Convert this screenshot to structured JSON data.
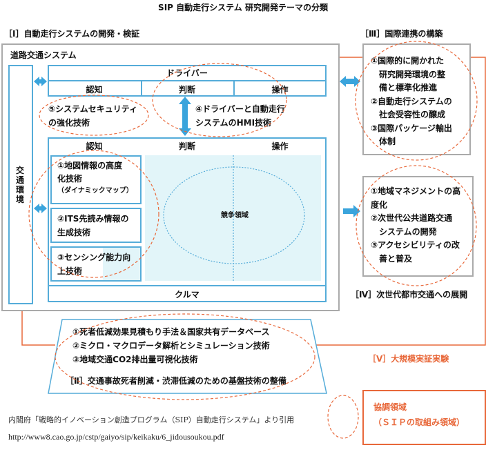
{
  "title": "SIP 自動走行システム 研究開発テーマの分類",
  "section1": {
    "label": "［Ⅰ］自動走行システムの開発・検証",
    "system_label": "道路交通システム",
    "env_label": "交通環境",
    "driver": {
      "label": "ドライバー",
      "cells": [
        "認知",
        "判断",
        "操作"
      ]
    },
    "car": {
      "label": "クルマ",
      "cells": [
        "認知",
        "判断",
        "操作"
      ],
      "competition": "競争領域",
      "items": [
        {
          "line1": "①地図情報の高度",
          "line2": "化技術",
          "line3": "（ダイナミックマップ）"
        },
        {
          "line1": "②ITS先読み情報の",
          "line2": "生成技術"
        },
        {
          "line1": "③センシング能力向",
          "line2": "上技術"
        }
      ]
    },
    "item5": [
      "⑤システムセキュリティ",
      "の強化技術"
    ],
    "item4": [
      "④ドライバーと自動走行",
      "システムのHMI技術"
    ]
  },
  "section3": {
    "label": "［Ⅲ］国際連携の構築",
    "lines": [
      "①国際的に開かれた",
      "　研究開発環境の整",
      "　備と標準化推進",
      "②自動走行システムの",
      "　社会受容性の醸成",
      "③国際パッケージ輸出",
      "　体制"
    ]
  },
  "section4": {
    "label": "［Ⅳ］次世代都市交通への展開",
    "lines": [
      "①地域マネジメントの高",
      "度化",
      "②次世代公共道路交通",
      "　システムの開発",
      "③アクセシビリティの改",
      "　善と普及"
    ]
  },
  "section2": {
    "label": "［Ⅱ］交通事故死者削減・渋滞低減のための基盤技術の整備",
    "lines": [
      "①死者低減効果見積もり手法＆国家共有データベース",
      "②ミクロ・マクロデータ解析とシミュレーション技術",
      "③地域交通CO2排出量可視化技術"
    ]
  },
  "section5": {
    "label": "［Ⅴ］大規模実証実験"
  },
  "legend": {
    "line1": "協調領域",
    "line2": "（ＳＩＰの取組み領域）"
  },
  "citation": "内閣府「戦略的イノベーション創造プログラム（SIP）自動走行システム」より引用",
  "url": "http://www8.cao.go.jp/cstp/gaiyo/sip/keikaku/6_jidousoukou.pdf",
  "colors": {
    "blue": "#55acd9",
    "orange": "#e8683a",
    "light": "#e2f5f9"
  }
}
